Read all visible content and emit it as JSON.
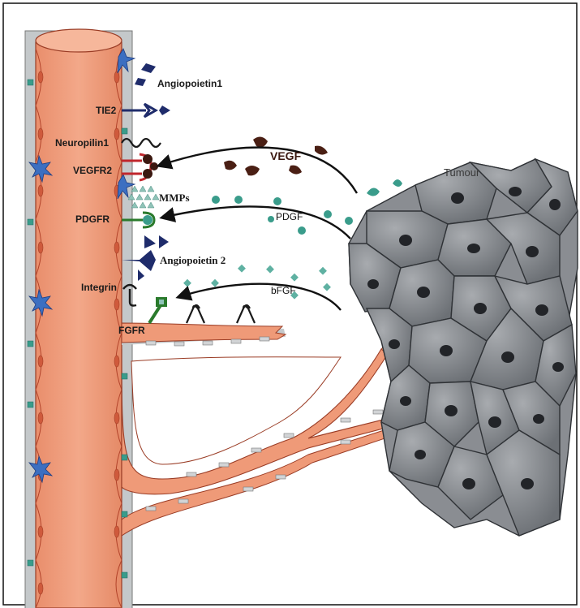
{
  "labels": {
    "angiopoietin1": "Angiopoietin1",
    "tie2": "TIE2",
    "neuropilin1": "Neuropilin1",
    "vegfr2": "VEGFR2",
    "mmps": "MMPs",
    "pdgfr": "PDGFR",
    "angiopoietin2": "Angiopoietin 2",
    "integrin": "Integrin",
    "fgfr": "FGFR",
    "vegf": "VEGF",
    "pdgf": "PDGF",
    "bfgf": "bFGF",
    "tumour": "Tumour"
  },
  "colors": {
    "vessel": "#ef9a78",
    "vessel_dark": "#c8583a",
    "cell_outline": "#b2432a",
    "membrane": "#c2c6c8",
    "pericyte": "#3c6fc1",
    "tumour_cell": "#7d8186",
    "tumour_nucleus": "#222428",
    "vegf": "#4a1f14",
    "pdgf": "#3a9c8b",
    "receptor_navy": "#1f2c6b",
    "receptor_red": "#c0262c",
    "receptor_green": "#2a7a2c"
  }
}
